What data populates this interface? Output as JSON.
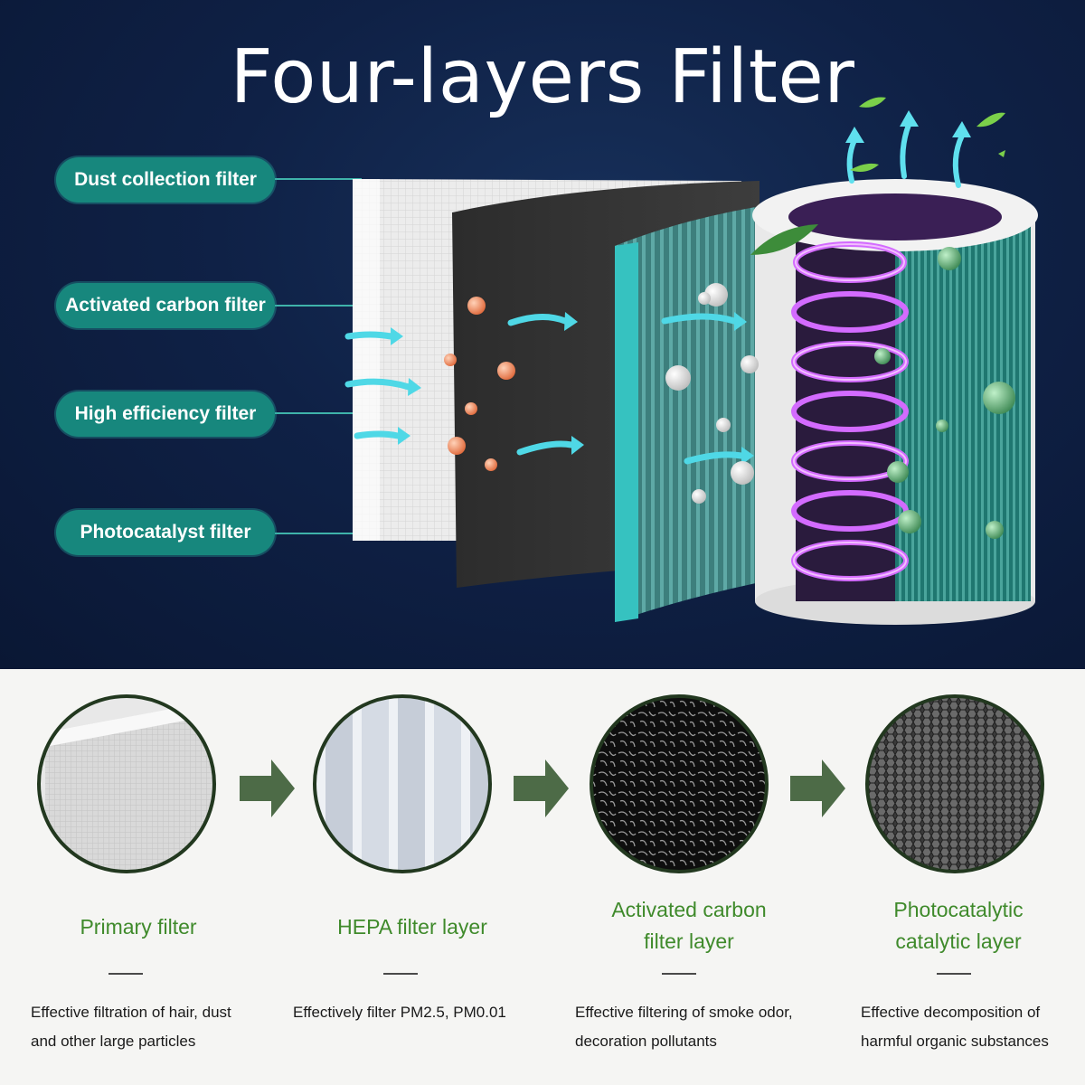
{
  "title": "Four-layers Filter",
  "labels": [
    {
      "text": "Dust collection filter"
    },
    {
      "text": "Activated carbon filter"
    },
    {
      "text": "High efficiency filter"
    },
    {
      "text": "Photocatalyst filter"
    }
  ],
  "layers": [
    {
      "title_1": "Primary filter",
      "title_2": "",
      "desc_1": "Effective filtration of hair, dust",
      "desc_2": "and other large particles"
    },
    {
      "title_1": "HEPA filter layer",
      "title_2": "",
      "desc_1": "Effectively filter PM2.5, PM0.01",
      "desc_2": ""
    },
    {
      "title_1": "Activated carbon",
      "title_2": "filter layer",
      "desc_1": "Effective filtering of smoke odor,",
      "desc_2": "decoration pollutants"
    },
    {
      "title_1": "Photocatalytic",
      "title_2": "catalytic layer",
      "desc_1": "Effective decomposition of",
      "desc_2": "harmful organic substances"
    }
  ],
  "colors": {
    "background_top": "#0f2146",
    "pill": "#17877d",
    "layer_title": "#3f8a2b",
    "arrow": "#4d6b47",
    "uv_glow": "#c23cf0"
  },
  "icons": [
    "airflow-arrow-icon",
    "leaf-icon",
    "particle-icon",
    "step-arrow-icon"
  ]
}
